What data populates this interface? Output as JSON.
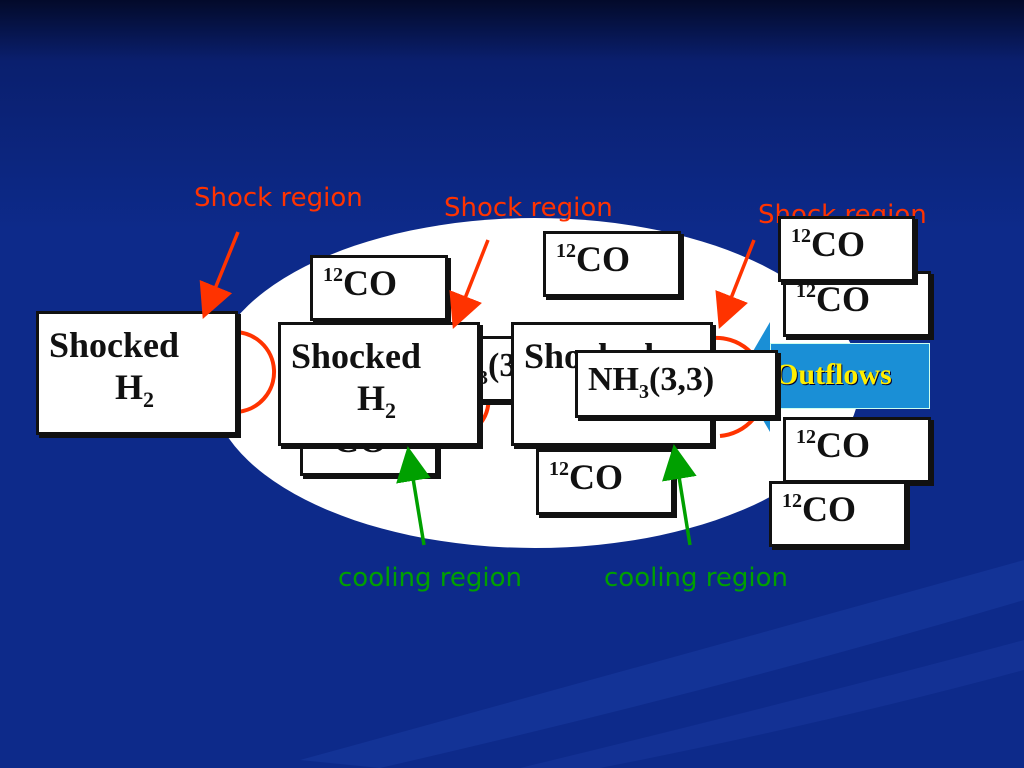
{
  "labels": {
    "shock_region_1": "Shock region",
    "shock_region_2": "Shock region",
    "shock_region_3": "Shock region",
    "cooling_region_1": "cooling region",
    "cooling_region_2": "cooling region",
    "outflows": "Outflows"
  },
  "co": {
    "sup": "12",
    "text": "CO"
  },
  "shocked": {
    "line1": "Shocked",
    "h": "H",
    "sub": "2"
  },
  "nh3": {
    "nh": "NH",
    "sub": "3",
    "rest": "(3,3)"
  },
  "colors": {
    "shock": "#ff3300",
    "cooling": "#00a000",
    "outflow_arrow": "#1a8fd6",
    "outflow_text": "#ffee00"
  }
}
